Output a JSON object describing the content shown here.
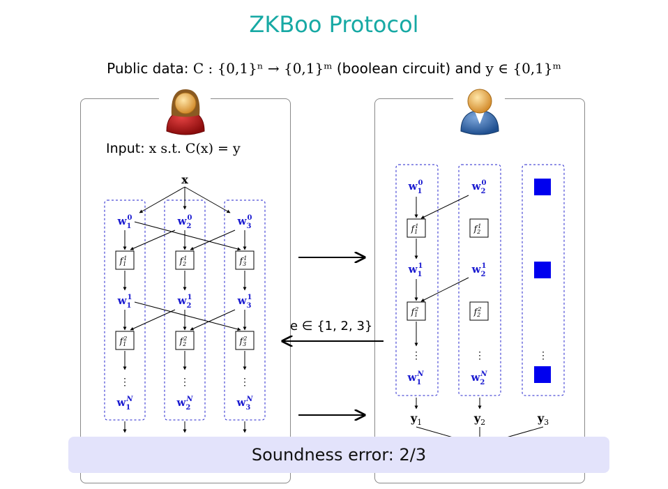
{
  "title": "ZKBoo Protocol",
  "public_data": {
    "prefix": "Public data: ",
    "circuit": "C : {0,1}ⁿ → {0,1}ᵐ",
    "middle": " (boolean circuit) and ",
    "output": "y ∈ {0,1}ᵐ"
  },
  "prover": {
    "avatar": "female-user-icon",
    "input_prefix": "Input: ",
    "input_math": "x s.t. C(x) = y",
    "root_label": "x",
    "columns": [
      {
        "w0": "w",
        "sub": "1"
      },
      {
        "w0": "w",
        "sub": "2"
      },
      {
        "w0": "w",
        "sub": "3"
      }
    ],
    "function_label": "f",
    "dots": "⋮"
  },
  "verifier": {
    "avatar": "male-user-icon",
    "outputs": [
      "y",
      "y",
      "y"
    ],
    "output_subs": [
      "1",
      "2",
      "3"
    ],
    "hidden_color": "#0000ee"
  },
  "challenge": "e ∈ {1, 2, 3}",
  "soundness": "Soundness error: 2/3",
  "colors": {
    "title": "#17a9a4",
    "wire": "#1a1ad0",
    "dashed": "#2222cc",
    "banner": "#e3e3fb"
  }
}
